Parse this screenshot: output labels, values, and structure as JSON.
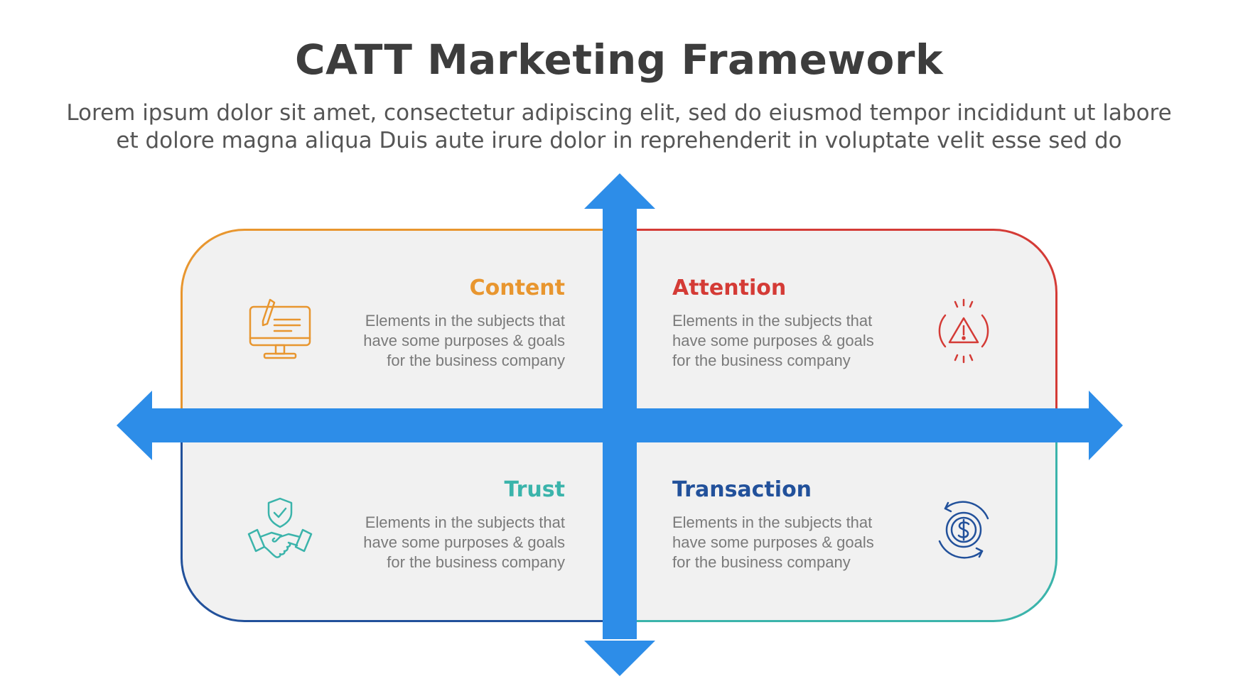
{
  "header": {
    "title": "CATT Marketing Framework",
    "subtitle_lines": [
      "Lorem ipsum dolor sit amet, consectetur adipiscing elit, sed do eiusmod tempor incididunt ut labore",
      "et dolore magna aliqua Duis aute irure dolor in reprehenderit in voluptate velit esse sed do"
    ]
  },
  "colors": {
    "content": "#e8962f",
    "attention": "#d43b36",
    "trust": "#3bb4ab",
    "transaction": "#22519b",
    "arrow": "#2d8de8",
    "panel": "#f1f1f1"
  },
  "quadrants": [
    {
      "key": "content",
      "title": "Content",
      "lines": [
        "Elements in the subjects that",
        "have  some purposes & goals",
        "for the  business company"
      ],
      "icon": "monitor-pen-icon"
    },
    {
      "key": "attention",
      "title": "Attention",
      "lines": [
        "Elements in the subjects that",
        "have  some purposes & goals",
        "for the  business company"
      ],
      "icon": "alert-warning-icon"
    },
    {
      "key": "trust",
      "title": "Trust",
      "lines": [
        "Elements in the subjects that",
        "have  some purposes & goals",
        "for the  business company"
      ],
      "icon": "handshake-shield-icon"
    },
    {
      "key": "transaction",
      "title": "Transaction",
      "lines": [
        "Elements in the subjects that",
        "have  some purposes & goals",
        "for the  business company"
      ],
      "icon": "dollar-cycle-icon"
    }
  ]
}
